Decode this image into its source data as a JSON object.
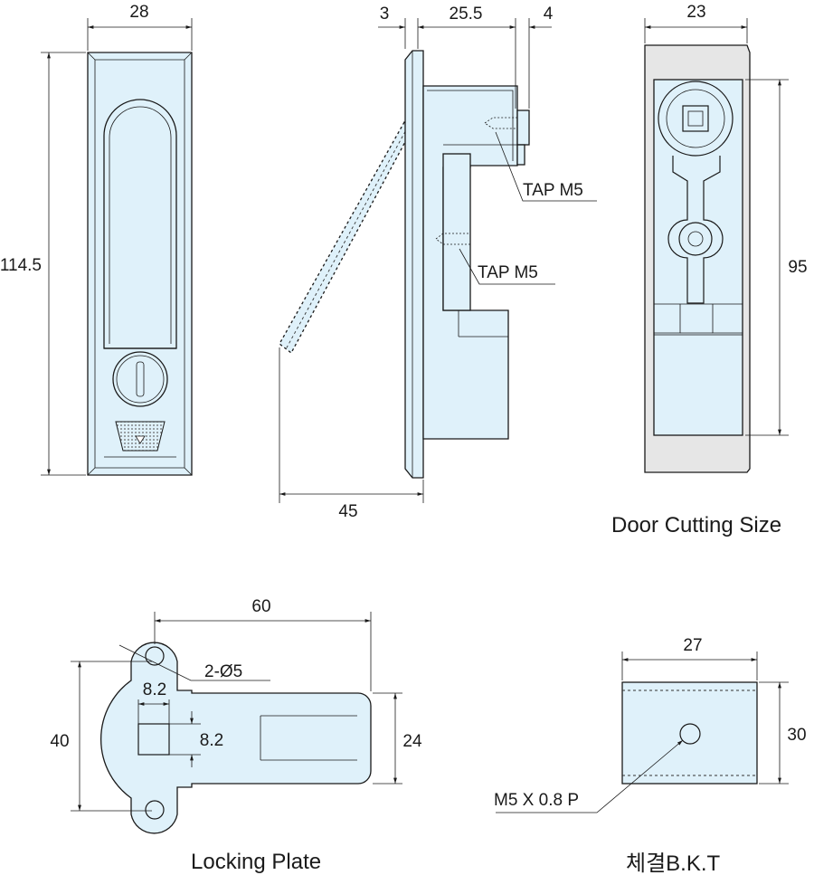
{
  "front_view": {
    "width_dim": "28",
    "height_dim": "114.5"
  },
  "side_view": {
    "dim_plate": "3",
    "dim_body": "25.5",
    "dim_shaft": "4",
    "dim_open": "45",
    "tap_upper": "TAP M5",
    "tap_lower": "TAP M5"
  },
  "door_cutting": {
    "width_dim": "23",
    "height_dim": "95",
    "caption": "Door Cutting Size"
  },
  "locking_plate": {
    "length_dim": "60",
    "height_dim": "40",
    "tongue_dim": "24",
    "square_w": "8.2",
    "square_h": "8.2",
    "holes": "2-Ø5",
    "caption": "Locking Plate"
  },
  "bracket": {
    "width_dim": "27",
    "height_dim": "30",
    "thread": "M5 X 0.8 P",
    "caption": "체결B.K.T"
  }
}
